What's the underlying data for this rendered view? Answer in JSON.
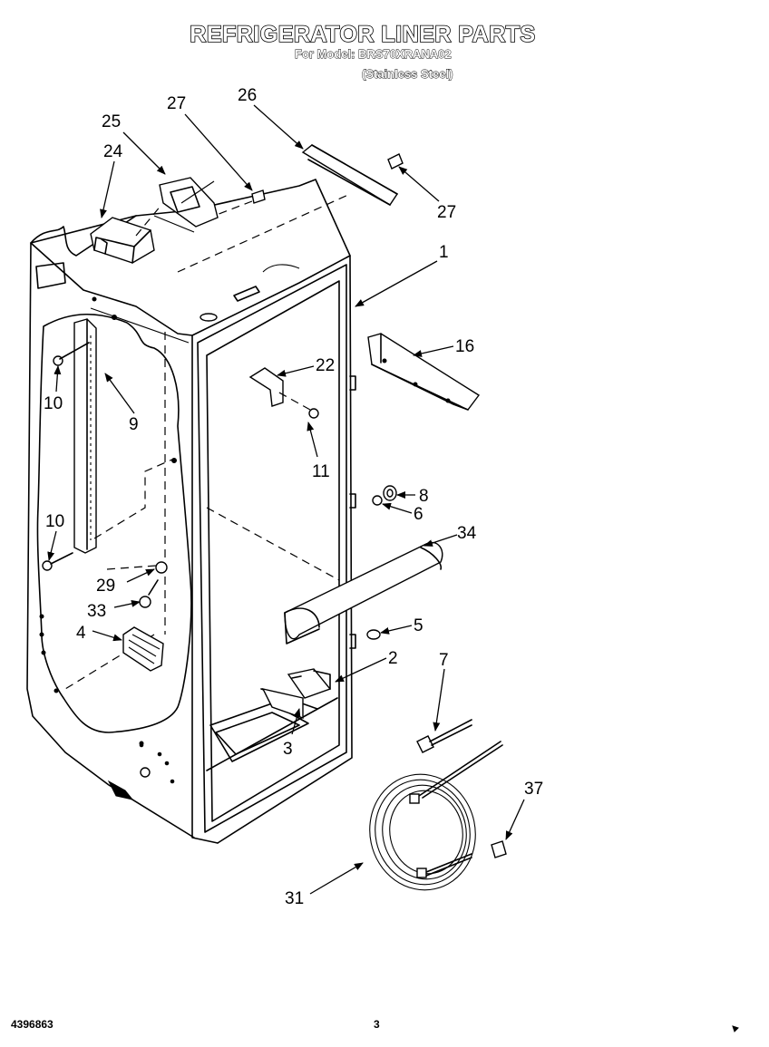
{
  "header": {
    "title": "REFRIGERATOR LINER PARTS",
    "model_line": "For Model: BRS70XRANA02",
    "finish_line": "(Stainless Steel)"
  },
  "footer": {
    "doc_number": "4396863",
    "page_number": "3"
  },
  "callouts": {
    "c1": "1",
    "c2": "2",
    "c3": "3",
    "c4": "4",
    "c5": "5",
    "c6": "6",
    "c7": "7",
    "c8": "8",
    "c9": "9",
    "c10a": "10",
    "c10b": "10",
    "c11": "11",
    "c16": "16",
    "c22": "22",
    "c24": "24",
    "c25": "25",
    "c26": "26",
    "c27a": "27",
    "c27b": "27",
    "c29": "29",
    "c31": "31",
    "c33": "33",
    "c34": "34",
    "c37": "37"
  }
}
